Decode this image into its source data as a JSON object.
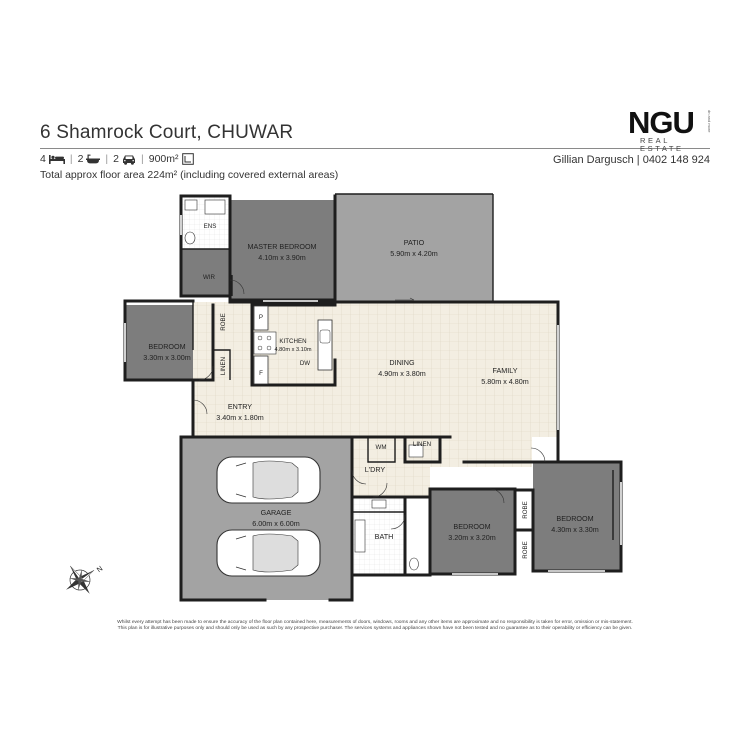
{
  "header": {
    "address": "6 Shamrock Court, CHUWAR",
    "bedrooms": "4",
    "bathrooms": "2",
    "car_spaces": "2",
    "land_area": "900m²",
    "total_area": "Total approx floor area 224m² (including covered external areas)",
    "agent": "Gillian Dargusch | 0402 148 924"
  },
  "logo": {
    "main": "NGU",
    "sub": "REAL ESTATE",
    "tiny": "dn and more"
  },
  "icons": {
    "bed": "bed-icon",
    "bath": "bath-icon",
    "car": "car-icon",
    "land": "land-area-icon",
    "compass": "compass-rose-icon"
  },
  "rooms": {
    "ens": "ENS",
    "master_name": "MASTER BEDROOM",
    "master_dim": "4.10m x 3.90m",
    "wir": "WIR",
    "patio_name": "PATIO",
    "patio_dim": "5.90m x 4.20m",
    "bed_left_name": "BEDROOM",
    "bed_left_dim": "3.30m x 3.00m",
    "robe_left": "ROBE",
    "linen_left": "LINEN",
    "pantry": "P",
    "fridge": "F",
    "kitchen_name": "KITCHEN",
    "kitchen_dim": "4.80m x 3.10m",
    "dw": "DW",
    "dining_name": "DINING",
    "dining_dim": "4.90m x 3.80m",
    "family_name": "FAMILY",
    "family_dim": "5.80m x 4.80m",
    "entry_name": "ENTRY",
    "entry_dim": "3.40m x 1.80m",
    "garage_name": "GARAGE",
    "garage_dim": "6.00m x 6.00m",
    "wm": "WM",
    "linen_mid": "LINEN",
    "ldry": "L'DRY",
    "bath": "BATH",
    "bed_mid_name": "BEDROOM",
    "bed_mid_dim": "3.20m x 3.20m",
    "robe_right_top": "ROBE",
    "robe_right_bottom": "ROBE",
    "bed_right_name": "BEDROOM",
    "bed_right_dim": "4.30m x 3.30m",
    "compass_n": "N"
  },
  "disclaimer": {
    "line1": "Whilst every attempt has been made to ensure the accuracy of the floor plan contained here, measurements of doors, windows, rooms and any other items are approximate and no responsibility is taken for error, omission or mis-statement.",
    "line2": "This plan is for illustrative purposes only and should only be used as such by any prospective purchaser. The services systems and appliances shown have not been tested and no guarantee as to their operability or efficiency can be given."
  },
  "colors": {
    "tile_floor": "#f3eee2",
    "tile_grid": "#ddd5c3",
    "carpet": "#7d7d7d",
    "concrete": "#a3a3a3",
    "wet_area": "#ffffff",
    "wall": "#1e1e1e"
  }
}
